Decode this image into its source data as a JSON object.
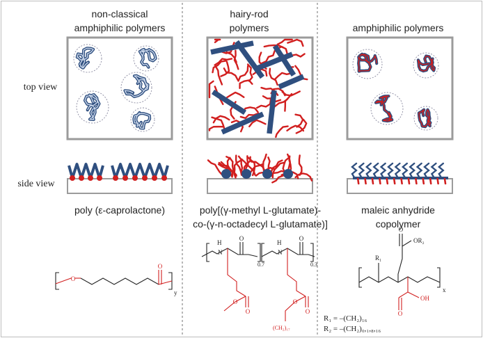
{
  "columns": [
    {
      "header_lines": [
        "non-classical",
        "amphiphilic polymers"
      ],
      "polymer_lines": [
        "poly (ε-caprolactone)"
      ]
    },
    {
      "header_lines": [
        "hairy-rod",
        "polymers"
      ],
      "polymer_lines": [
        "poly[(γ-methyl L-glutamate)-",
        "co-(γ-n-octadecyl L-glutamate)]"
      ]
    },
    {
      "header_lines": [
        "amphiphilic polymers"
      ],
      "polymer_lines": [
        "maleic anhydride",
        "copolymer"
      ]
    }
  ],
  "row_labels": {
    "top": "top view",
    "side": "side view"
  },
  "structure_labels": {
    "pcl_repeat": "y",
    "pglu_sub1": "0.7",
    "pglu_sub2": "0.3",
    "pglu_ch2": "(CH₂)₁₇",
    "nh": "N",
    "h": "H",
    "o": "O",
    "ome": "O",
    "ma_r1": "R₁",
    "ma_or2": "OR₂",
    "ma_oh": "OH",
    "ma_x": "x",
    "ma_r1_def": "R₁ = –(CH₂)₁₆",
    "ma_r2_def": "R₂ = –(CH₂)₀,₁,₈,₁₆"
  },
  "colors": {
    "polymer_blue": "#2f4f7f",
    "polymer_red": "#d11f1f",
    "box_gray": "#9b9b9b",
    "divider": "#8a8a8a"
  }
}
